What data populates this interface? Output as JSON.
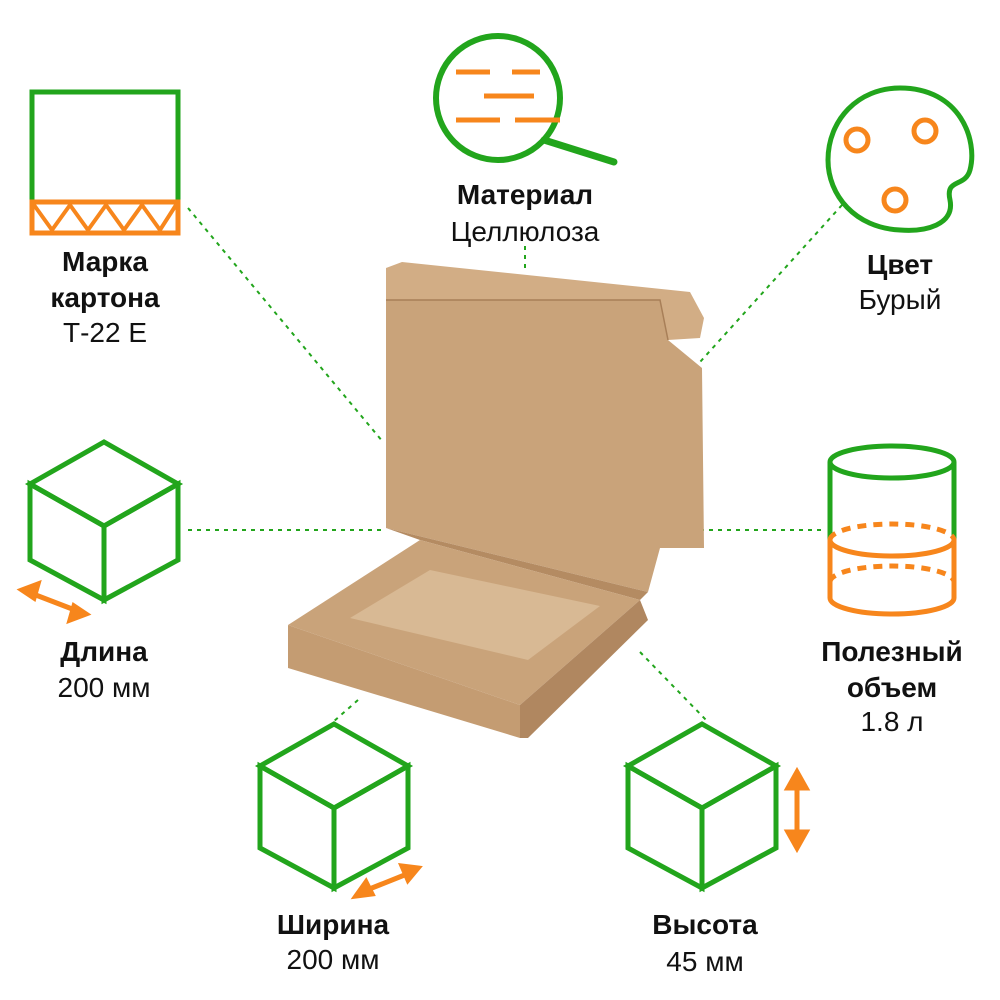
{
  "colors": {
    "green": "#22a51c",
    "orange": "#f7861c",
    "kraft": "#c9a37a",
    "kraft_dark": "#b48b62",
    "kraft_light": "#d8b994"
  },
  "features": {
    "grade": {
      "title_line1": "Марка",
      "title_line2": "картона",
      "value": "Т-22 Е",
      "icon": "corrugated-cardboard-icon"
    },
    "material": {
      "title": "Материал",
      "value": "Целлюлоза",
      "icon": "magnifier-icon"
    },
    "color": {
      "title": "Цвет",
      "value": "Бурый",
      "icon": "palette-icon"
    },
    "length": {
      "title": "Длина",
      "value": "200 мм",
      "icon": "cube-length-icon"
    },
    "volume": {
      "title_line1": "Полезный",
      "title_line2": "объем",
      "value": "1.8 л",
      "icon": "cylinder-volume-icon"
    },
    "width": {
      "title": "Ширина",
      "value": "200 мм",
      "icon": "cube-width-icon"
    },
    "height": {
      "title": "Высота",
      "value": "45 мм",
      "icon": "cube-height-icon"
    }
  }
}
